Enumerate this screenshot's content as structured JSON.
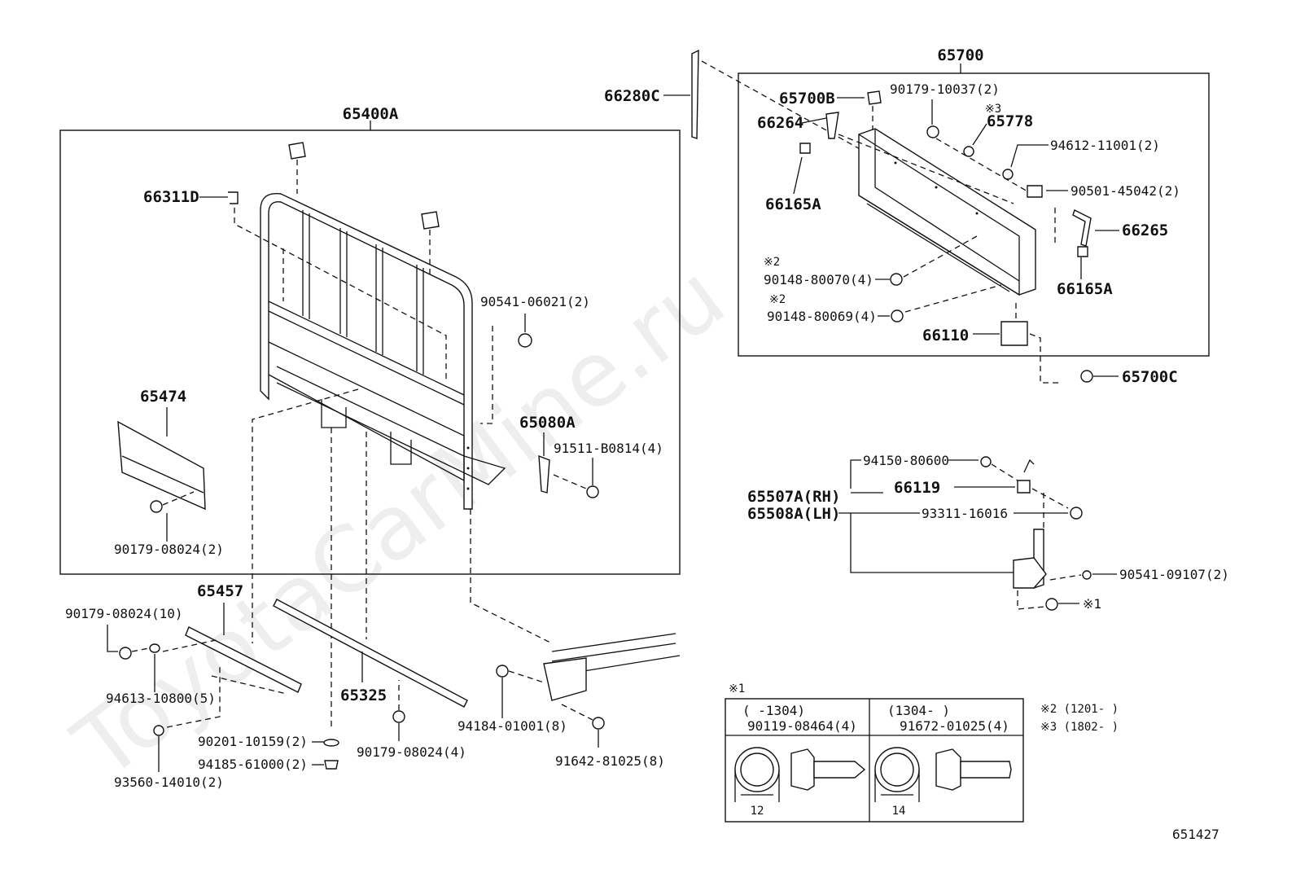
{
  "diagram_id": "651427",
  "watermark": "ToyotaCarMine.ru",
  "labels": {
    "l65400A": "65400A",
    "l66311D": "66311D",
    "l90541_06021": "90541-06021(2)",
    "l65474": "65474",
    "l65080A": "65080A",
    "l91511": "91511-B0814(4)",
    "l90179_08024_2": "90179-08024(2)",
    "l65457": "65457",
    "l90179_08024_10": "90179-08024(10)",
    "l94613": "94613-10800(5)",
    "l65325": "65325",
    "l90201": "90201-10159(2)",
    "l94185": "94185-61000(2)",
    "l93560": "93560-14010(2)",
    "l90179_08024_4": "90179-08024(4)",
    "l94184": "94184-01001(8)",
    "l91642": "91642-81025(8)",
    "l66280C": "66280C",
    "l65700": "65700",
    "l65700B": "65700B",
    "l66264": "66264",
    "l90179_10037": "90179-10037(2)",
    "l65778": "65778",
    "l94612": "94612-11001(2)",
    "l90501": "90501-45042(2)",
    "l66165A_1": "66165A",
    "l66265": "66265",
    "l66165A_2": "66165A",
    "l90148_80070": "90148-80070(4)",
    "l90148_80069": "90148-80069(4)",
    "l66110": "66110",
    "l65700C": "65700C",
    "l94150": "94150-80600",
    "l66119": "66119",
    "l65507A": "65507A(RH)",
    "l65508A": "65508A(LH)",
    "l93311": "93311-16016",
    "l90541_09107": "90541-09107(2)",
    "note1_ref": "※1",
    "note2_ref_a": "※2",
    "note2_ref_b": "※2",
    "note3_ref": "※3"
  },
  "notes_table": {
    "marker": "※1",
    "col1_range": "(   -1304)",
    "col1_part": "90119-08464(4)",
    "col1_size": "12",
    "col2_range": "(1304-   )",
    "col2_part": "91672-01025(4)",
    "col2_size": "14"
  },
  "side_notes": {
    "n2": "※2 (1201-    )",
    "n3": "※3 (1802-    )"
  }
}
